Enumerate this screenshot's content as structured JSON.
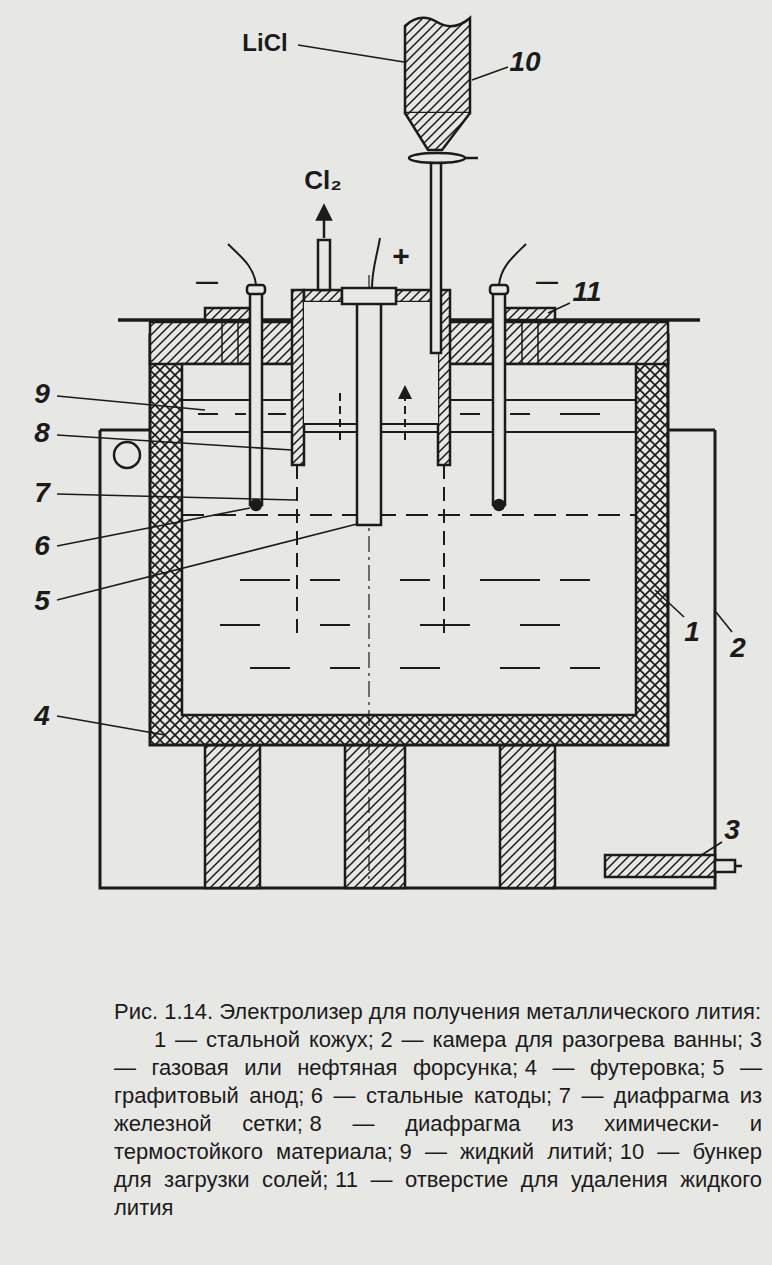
{
  "diagram": {
    "caption": "Рис. 1.14. Электролизер для получения металлического лития:",
    "labels": [
      "LiCl",
      "10",
      "Cl₂",
      "+",
      "—",
      "—",
      "11",
      "9",
      "8",
      "7",
      "6",
      "5",
      "1",
      "2",
      "4",
      "3",
      "1 — стальной кожух;",
      "2 — камера для разогрева ванны;",
      "3 — газовая или нефтяная форсунка;",
      "4 — футеровка;",
      "5 — графитовый анод;",
      "6 — стальные катоды;",
      "7 — диафрагма из железной сетки;",
      "8 — диафрагма из химически- и термостойкого материала;",
      "9 — жидкий литий;",
      "10 — бункер для загрузки солей;",
      "11 — отверстие для удаления жидкого лития"
    ]
  }
}
